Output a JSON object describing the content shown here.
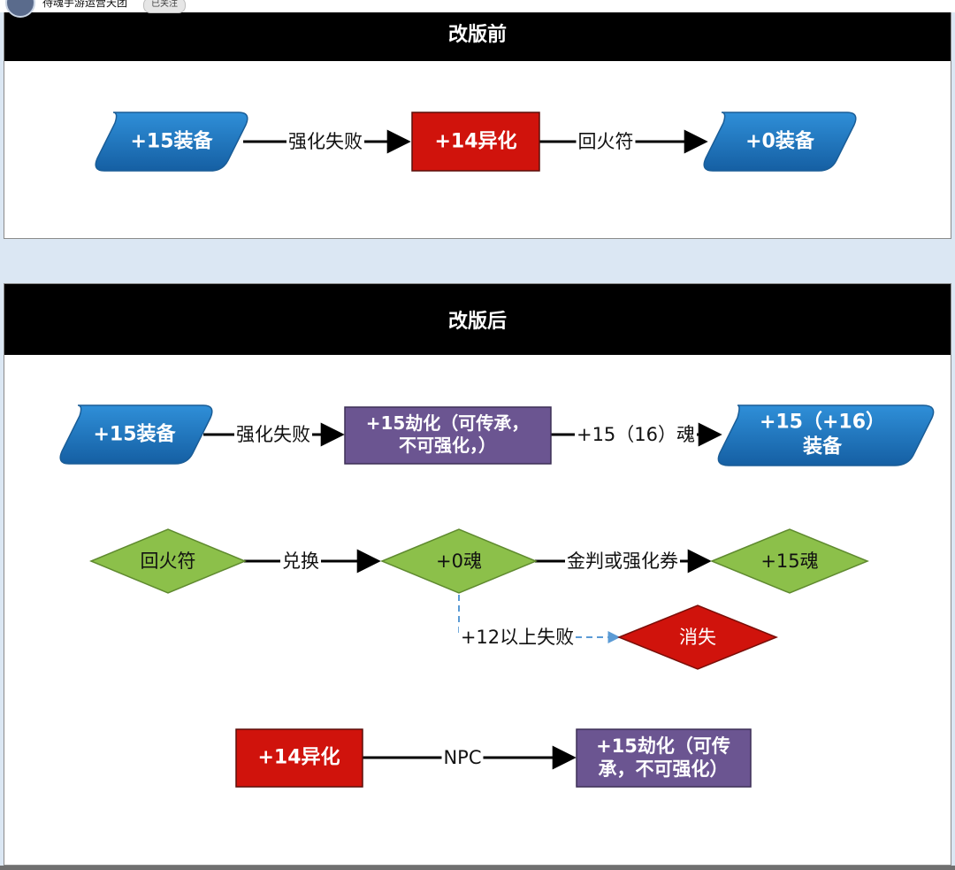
{
  "header": {
    "account_name": "待魂手游运营天团",
    "follow_label": "已关注"
  },
  "sections": {
    "before": {
      "title": "改版前"
    },
    "after": {
      "title": "改版后"
    }
  },
  "colors": {
    "blue": "#1b73bd",
    "red": "#d0130c",
    "purple": "#6b5591",
    "green": "#8cc04a",
    "edge": "#000000",
    "dashed": "#5b9bd5"
  },
  "nodes": {
    "n1": {
      "text": "+15装备"
    },
    "n2": {
      "text": "+14异化"
    },
    "n3": {
      "text": "+0装备"
    },
    "n4": {
      "text": "+15装备"
    },
    "n5": {
      "text": "+15劫化（可传承，\n不可强化，）"
    },
    "n6": {
      "text": "+15（+16）\n装备"
    },
    "n7": {
      "text": "回火符"
    },
    "n8": {
      "text": "+0魂"
    },
    "n9": {
      "text": "+15魂"
    },
    "n10": {
      "text": "消失"
    },
    "n11": {
      "text": "+14异化"
    },
    "n12": {
      "text": "+15劫化（可传\n承，不可强化）"
    }
  },
  "edges": {
    "e1": {
      "label": "强化失败"
    },
    "e2": {
      "label": "回火符"
    },
    "e3": {
      "label": "强化失败"
    },
    "e4": {
      "label": "+15（16）魂"
    },
    "e5": {
      "label": "兑换"
    },
    "e6": {
      "label": "金判或强化券"
    },
    "e7": {
      "label": "+12以上失败"
    },
    "e8": {
      "label": "NPC"
    }
  }
}
